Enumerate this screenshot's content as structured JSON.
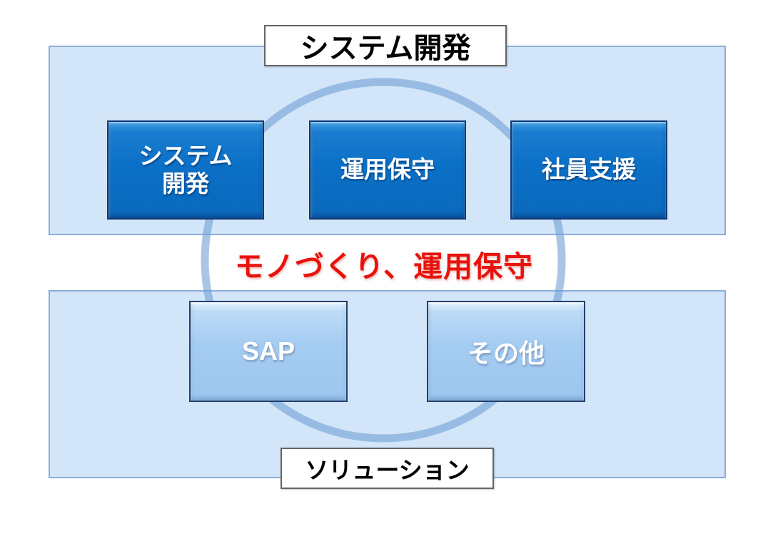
{
  "diagram": {
    "top_group": {
      "label": "システム開発",
      "boxes": [
        {
          "id": "system-development",
          "label": "システム\n開発"
        },
        {
          "id": "operation-maintenance",
          "label": "運用保守"
        },
        {
          "id": "employee-support",
          "label": "社員支援"
        }
      ]
    },
    "bottom_group": {
      "label": "ソリューション",
      "boxes": [
        {
          "id": "sap",
          "label": "SAP"
        },
        {
          "id": "others",
          "label": "その他"
        }
      ]
    },
    "center_text": "モノづくり、運用保守",
    "colors": {
      "panel_fill": "#d3e5f8",
      "panel_border": "#8badd9",
      "dark_box_fill": "#0b70c7",
      "dark_box_border": "#0d3a78",
      "light_box_fill": "#a6cdf2",
      "light_box_border": "#23406a",
      "circle_stroke": "#6f9ed6",
      "center_text_color": "#e8120c",
      "label_border": "#646464"
    }
  }
}
